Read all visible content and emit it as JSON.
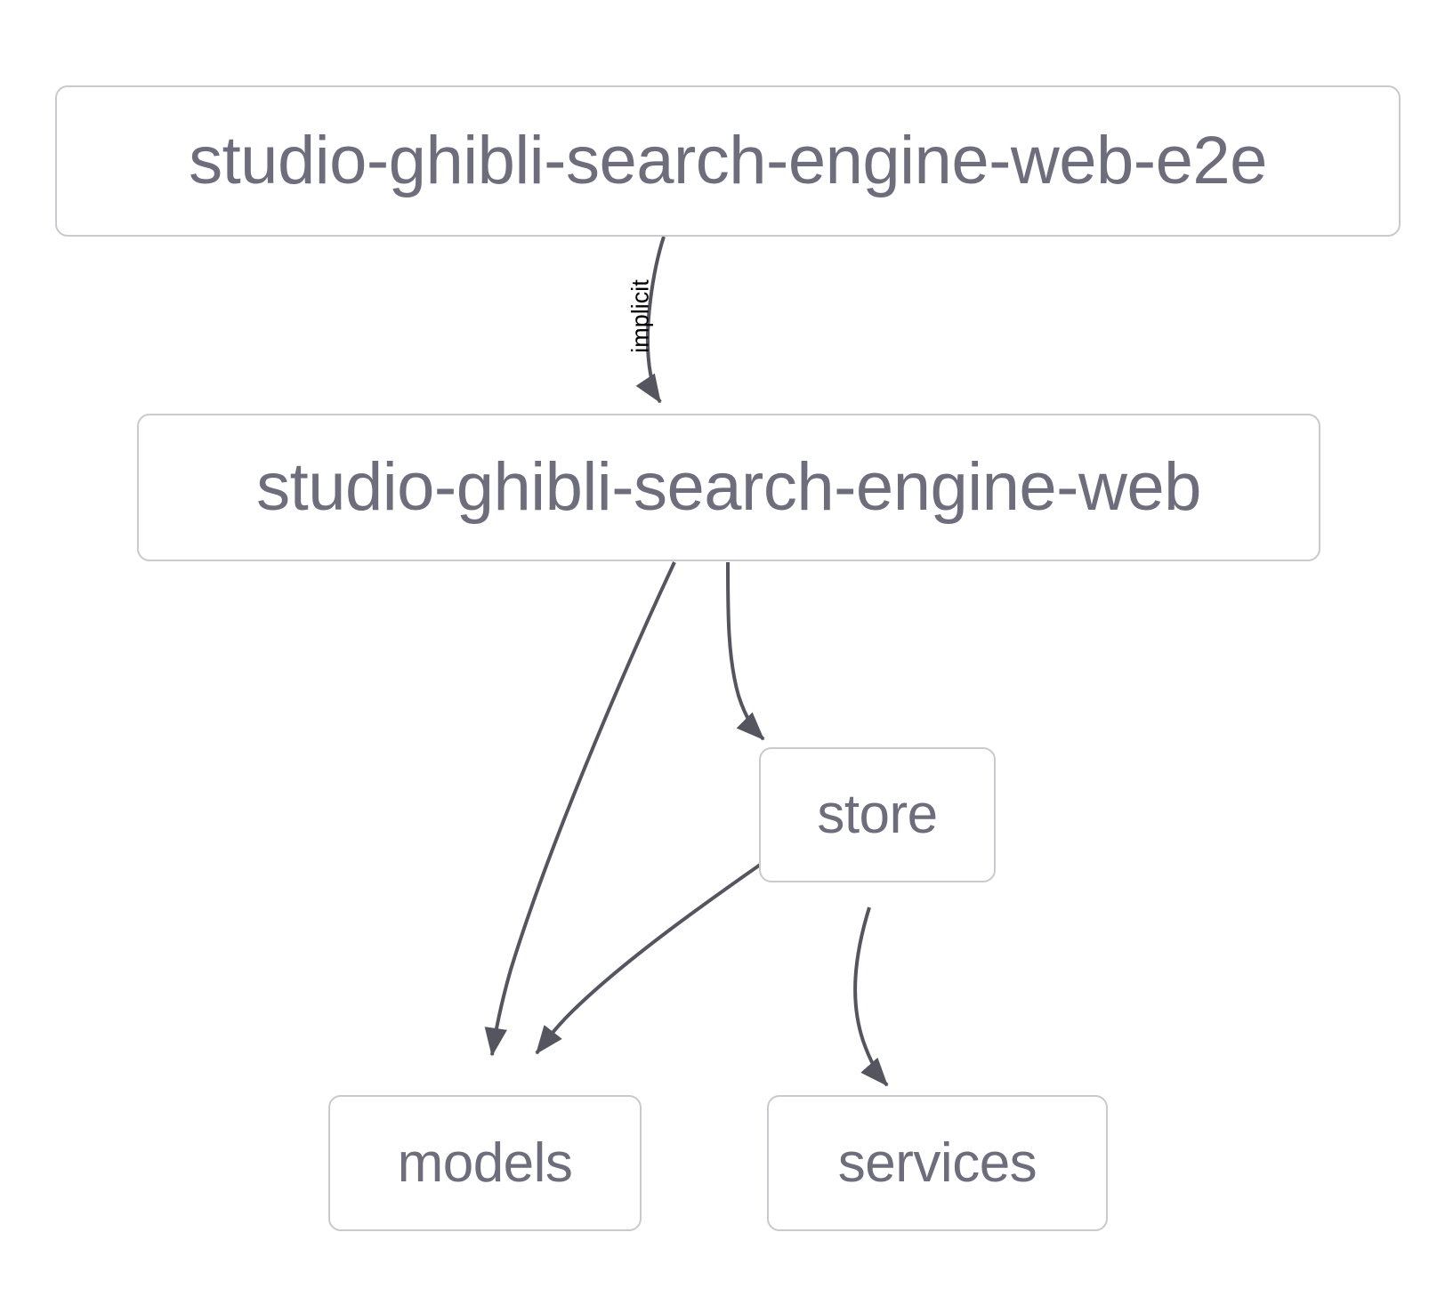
{
  "diagram": {
    "type": "dependency-graph",
    "background_color": "#ffffff",
    "node_border_color": "#c9c9ce",
    "node_text_color": "#6d6d7c",
    "edge_color": "#555560",
    "edge_label_color": "#000000",
    "nodes": [
      {
        "id": "e2e",
        "label": "studio-ghibli-search-engine-web-e2e"
      },
      {
        "id": "web",
        "label": "studio-ghibli-search-engine-web"
      },
      {
        "id": "store",
        "label": "store"
      },
      {
        "id": "models",
        "label": "models"
      },
      {
        "id": "services",
        "label": "services"
      }
    ],
    "edges": [
      {
        "from": "e2e",
        "to": "web",
        "label": "implicit"
      },
      {
        "from": "web",
        "to": "models",
        "label": ""
      },
      {
        "from": "web",
        "to": "store",
        "label": ""
      },
      {
        "from": "store",
        "to": "models",
        "label": ""
      },
      {
        "from": "store",
        "to": "services",
        "label": ""
      }
    ]
  }
}
